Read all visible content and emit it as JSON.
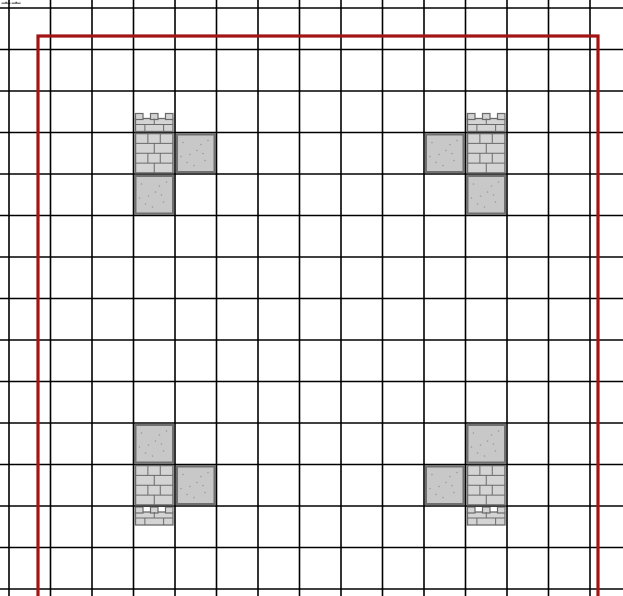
{
  "board": {
    "rows": 14,
    "cols": 15,
    "grid_color": "#000000",
    "border_color": "#a31515",
    "tile_fill": "#c8c8c8",
    "tile_stroke": "#707070",
    "brick_fill": "#d4d4d4",
    "brick_mortar": "#6a6a6a"
  },
  "corner_label": "ᅩᅩ",
  "pieces": [
    {
      "kind": "tower-top",
      "col": 3,
      "row": 2
    },
    {
      "kind": "brick",
      "col": 3,
      "row": 3
    },
    {
      "kind": "stone",
      "col": 4,
      "row": 3
    },
    {
      "kind": "stone",
      "col": 3,
      "row": 4
    },
    {
      "kind": "tower-top",
      "col": 11,
      "row": 2
    },
    {
      "kind": "brick",
      "col": 11,
      "row": 3
    },
    {
      "kind": "stone",
      "col": 10,
      "row": 3
    },
    {
      "kind": "stone",
      "col": 11,
      "row": 4
    },
    {
      "kind": "stone",
      "col": 3,
      "row": 10
    },
    {
      "kind": "brick",
      "col": 3,
      "row": 11
    },
    {
      "kind": "stone",
      "col": 4,
      "row": 11
    },
    {
      "kind": "tower-bottom",
      "col": 3,
      "row": 12
    },
    {
      "kind": "stone",
      "col": 11,
      "row": 10
    },
    {
      "kind": "brick",
      "col": 11,
      "row": 11
    },
    {
      "kind": "stone",
      "col": 10,
      "row": 11
    },
    {
      "kind": "tower-bottom",
      "col": 11,
      "row": 12
    }
  ]
}
